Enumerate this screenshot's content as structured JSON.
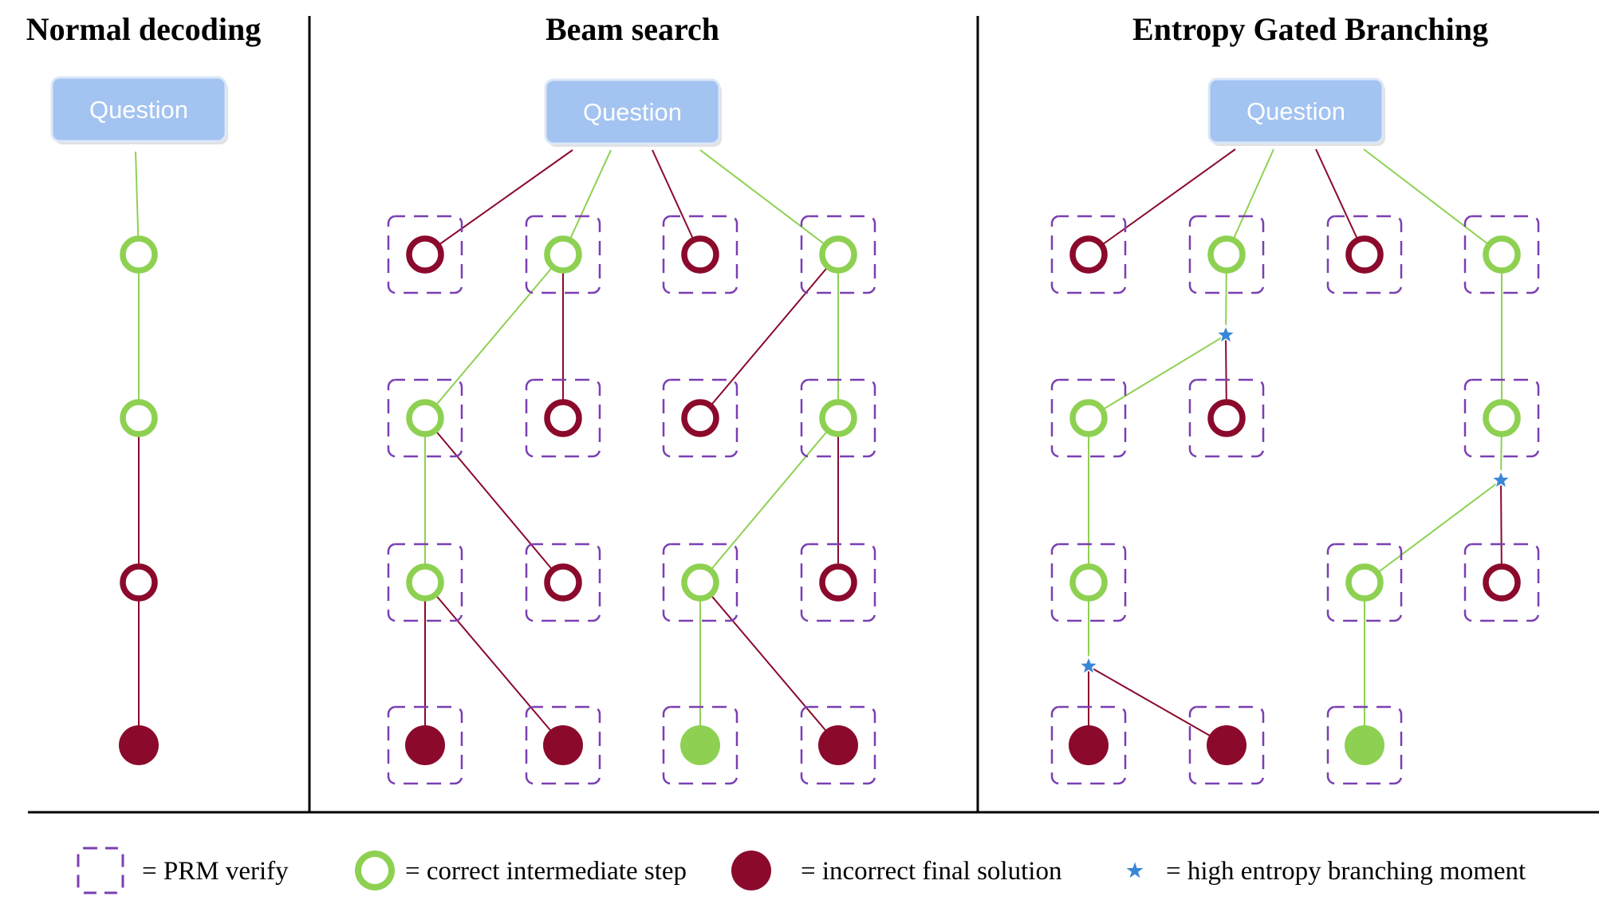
{
  "colors": {
    "correct": "#8ed152",
    "incorrect": "#8b0a2c",
    "verify_box": "#7a3fb2",
    "question_fill": "#a3c3f1",
    "question_stroke": "#dce7f8",
    "star": "#3a86d6",
    "divider": "#000000"
  },
  "panels": [
    {
      "title": "Normal decoding",
      "question": "Question",
      "nodes": [
        {
          "id": "a1",
          "state": "correct",
          "kind": "step",
          "box": false
        },
        {
          "id": "a2",
          "state": "correct",
          "kind": "step",
          "box": false
        },
        {
          "id": "a3",
          "state": "incorrect",
          "kind": "step",
          "box": false
        },
        {
          "id": "a4",
          "state": "incorrect",
          "kind": "final",
          "box": false
        }
      ],
      "edges": [
        {
          "from": "q",
          "to": "a1",
          "state": "correct"
        },
        {
          "from": "a1",
          "to": "a2",
          "state": "correct"
        },
        {
          "from": "a2",
          "to": "a3",
          "state": "incorrect"
        },
        {
          "from": "a3",
          "to": "a4",
          "state": "incorrect"
        }
      ]
    },
    {
      "title": "Beam search",
      "question": "Question",
      "nodes": [
        {
          "id": "b11",
          "state": "incorrect",
          "kind": "step",
          "box": true
        },
        {
          "id": "b12",
          "state": "correct",
          "kind": "step",
          "box": true
        },
        {
          "id": "b13",
          "state": "incorrect",
          "kind": "step",
          "box": true
        },
        {
          "id": "b14",
          "state": "correct",
          "kind": "step",
          "box": true
        },
        {
          "id": "b21",
          "state": "correct",
          "kind": "step",
          "box": true
        },
        {
          "id": "b22",
          "state": "incorrect",
          "kind": "step",
          "box": true
        },
        {
          "id": "b23",
          "state": "incorrect",
          "kind": "step",
          "box": true
        },
        {
          "id": "b24",
          "state": "correct",
          "kind": "step",
          "box": true
        },
        {
          "id": "b31",
          "state": "correct",
          "kind": "step",
          "box": true
        },
        {
          "id": "b32",
          "state": "incorrect",
          "kind": "step",
          "box": true
        },
        {
          "id": "b33",
          "state": "correct",
          "kind": "step",
          "box": true
        },
        {
          "id": "b34",
          "state": "incorrect",
          "kind": "step",
          "box": true
        },
        {
          "id": "b41",
          "state": "incorrect",
          "kind": "final",
          "box": true
        },
        {
          "id": "b42",
          "state": "incorrect",
          "kind": "final",
          "box": true
        },
        {
          "id": "b43",
          "state": "correct",
          "kind": "final",
          "box": true
        },
        {
          "id": "b44",
          "state": "incorrect",
          "kind": "final",
          "box": true
        }
      ],
      "edges": [
        {
          "from": "q",
          "to": "b11",
          "state": "incorrect"
        },
        {
          "from": "q",
          "to": "b12",
          "state": "correct"
        },
        {
          "from": "q",
          "to": "b13",
          "state": "incorrect"
        },
        {
          "from": "q",
          "to": "b14",
          "state": "correct"
        },
        {
          "from": "b12",
          "to": "b21",
          "state": "correct"
        },
        {
          "from": "b12",
          "to": "b22",
          "state": "incorrect"
        },
        {
          "from": "b14",
          "to": "b23",
          "state": "incorrect"
        },
        {
          "from": "b14",
          "to": "b24",
          "state": "correct"
        },
        {
          "from": "b21",
          "to": "b31",
          "state": "correct"
        },
        {
          "from": "b21",
          "to": "b32",
          "state": "incorrect"
        },
        {
          "from": "b24",
          "to": "b33",
          "state": "correct"
        },
        {
          "from": "b24",
          "to": "b34",
          "state": "incorrect"
        },
        {
          "from": "b31",
          "to": "b41",
          "state": "incorrect"
        },
        {
          "from": "b31",
          "to": "b42",
          "state": "incorrect"
        },
        {
          "from": "b33",
          "to": "b43",
          "state": "correct"
        },
        {
          "from": "b33",
          "to": "b44",
          "state": "incorrect"
        }
      ]
    },
    {
      "title": "Entropy Gated Branching",
      "question": "Question",
      "nodes": [
        {
          "id": "c11",
          "state": "incorrect",
          "kind": "step",
          "box": true
        },
        {
          "id": "c12",
          "state": "correct",
          "kind": "step",
          "box": true
        },
        {
          "id": "c13",
          "state": "incorrect",
          "kind": "step",
          "box": true
        },
        {
          "id": "c14",
          "state": "correct",
          "kind": "step",
          "box": true
        },
        {
          "id": "c21",
          "state": "correct",
          "kind": "step",
          "box": true
        },
        {
          "id": "c22",
          "state": "incorrect",
          "kind": "step",
          "box": true
        },
        {
          "id": "c24",
          "state": "correct",
          "kind": "step",
          "box": true
        },
        {
          "id": "c31",
          "state": "correct",
          "kind": "step",
          "box": true
        },
        {
          "id": "c33",
          "state": "correct",
          "kind": "step",
          "box": true
        },
        {
          "id": "c34",
          "state": "incorrect",
          "kind": "step",
          "box": true
        },
        {
          "id": "c41",
          "state": "incorrect",
          "kind": "final",
          "box": true
        },
        {
          "id": "c42",
          "state": "incorrect",
          "kind": "final",
          "box": true
        },
        {
          "id": "c43",
          "state": "correct",
          "kind": "final",
          "box": true
        }
      ],
      "stars": [
        {
          "id": "s1",
          "after": "c12"
        },
        {
          "id": "s2",
          "after": "c24"
        },
        {
          "id": "s3",
          "after": "c31"
        }
      ],
      "edges": [
        {
          "from": "q",
          "to": "c11",
          "state": "incorrect"
        },
        {
          "from": "q",
          "to": "c12",
          "state": "correct"
        },
        {
          "from": "q",
          "to": "c13",
          "state": "incorrect"
        },
        {
          "from": "q",
          "to": "c14",
          "state": "correct"
        },
        {
          "from": "c12",
          "to": "s1",
          "state": "correct"
        },
        {
          "from": "s1",
          "to": "c21",
          "state": "correct"
        },
        {
          "from": "s1",
          "to": "c22",
          "state": "incorrect"
        },
        {
          "from": "c14",
          "to": "c24",
          "state": "correct"
        },
        {
          "from": "c21",
          "to": "c31",
          "state": "correct"
        },
        {
          "from": "c24",
          "to": "s2",
          "state": "correct"
        },
        {
          "from": "s2",
          "to": "c33",
          "state": "correct"
        },
        {
          "from": "s2",
          "to": "c34",
          "state": "incorrect"
        },
        {
          "from": "c31",
          "to": "s3",
          "state": "correct"
        },
        {
          "from": "s3",
          "to": "c41",
          "state": "incorrect"
        },
        {
          "from": "s3",
          "to": "c42",
          "state": "incorrect"
        },
        {
          "from": "c33",
          "to": "c43",
          "state": "correct"
        }
      ]
    }
  ],
  "legend": [
    {
      "symbol": "verify-box",
      "label": "= PRM verify"
    },
    {
      "symbol": "correct-step",
      "label": "= correct intermediate step"
    },
    {
      "symbol": "incorrect-final",
      "label": "= incorrect final solution"
    },
    {
      "symbol": "star",
      "label": "= high entropy branching moment"
    }
  ]
}
